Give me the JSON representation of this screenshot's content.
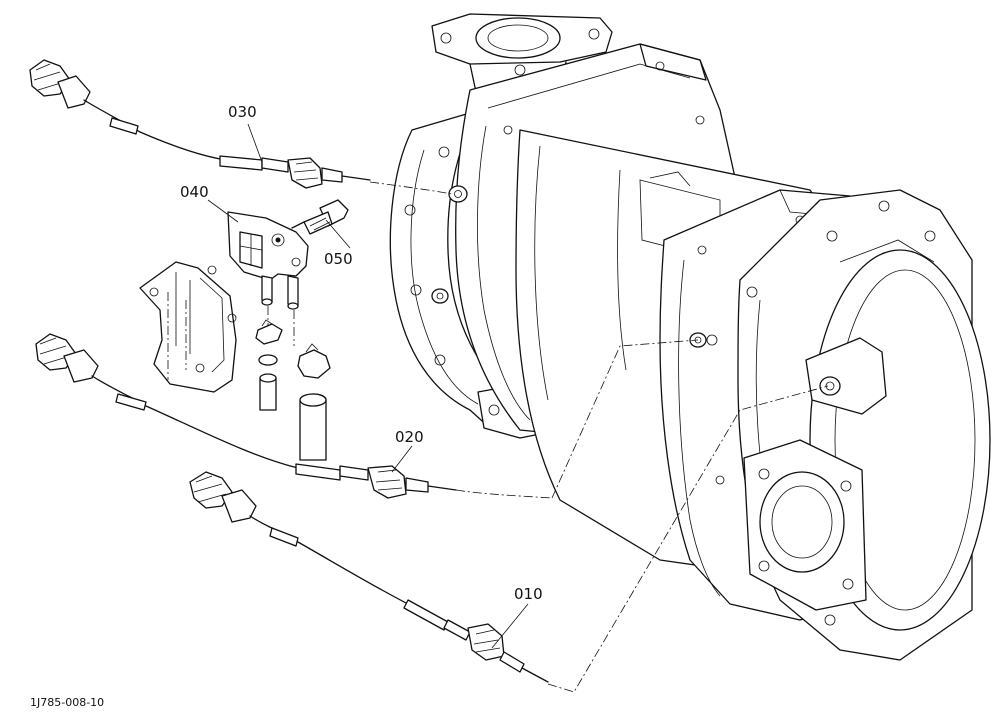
{
  "callouts": {
    "p010": "010",
    "p020": "020",
    "p030": "030",
    "p040": "040",
    "p050": "050"
  },
  "figure_ref": "1J785-008-10"
}
